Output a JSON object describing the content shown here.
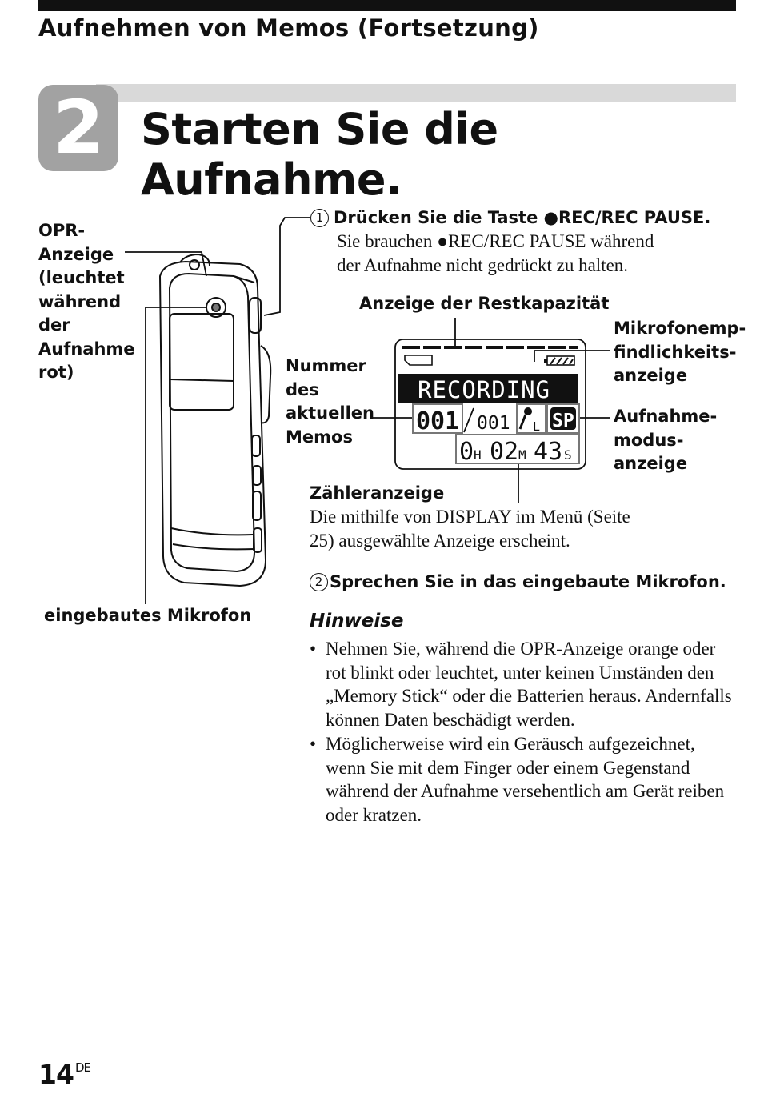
{
  "header": {
    "title": "Aufnehmen von Memos (Fortsetzung)"
  },
  "step": {
    "number": "2",
    "title": "Starten Sie die Aufnahme."
  },
  "instructions": {
    "step1_num": "1",
    "step1_title": "Drücken Sie die Taste ●REC/REC PAUSE.",
    "step1_body": [
      "Sie brauchen ●REC/REC PAUSE während",
      "der Aufnahme nicht gedrückt zu halten."
    ],
    "step2_num": "2",
    "step2_title": "Sprechen Sie in das eingebaute Mikrofon."
  },
  "labels": {
    "opr": [
      "OPR-",
      "Anzeige",
      "(leuchtet",
      "während",
      "der",
      "Aufnahme",
      "rot)"
    ],
    "mic": "eingebautes Mikrofon",
    "remaining": "Anzeige der Restkapazität",
    "sensitivity": [
      "Mikrofonemp-",
      "findlichkeits-",
      "anzeige"
    ],
    "memo_number": [
      "Nummer",
      "des",
      "aktuellen",
      "Memos"
    ],
    "rec_mode": [
      "Aufnahme-",
      "modus-",
      "anzeige"
    ],
    "counter_title": "Zähleranzeige",
    "counter_body": [
      "Die mithilfe von DISPLAY im Menü (Seite",
      "25) ausgewählte Anzeige erscheint."
    ]
  },
  "display": {
    "status": "RECORDING",
    "memo_current": "001",
    "memo_total": "001",
    "mic_level": "L",
    "mode": "SP",
    "time_h": "0",
    "time_h_unit": "H",
    "time_m": "02",
    "time_m_unit": "M",
    "time_s": "43",
    "time_s_unit": "S"
  },
  "hints": {
    "title": "Hinweise",
    "items": [
      "Nehmen Sie, während die OPR-Anzeige orange oder rot blinkt oder leuchtet, unter keinen Umständen den „Memory Stick“ oder die Batterien heraus. Andernfalls können Daten beschädigt werden.",
      "Möglicherweise wird ein Geräusch aufgezeichnet, wenn Sie mit dem Finger oder einem Gegenstand während der Aufnahme versehentlich am Gerät reiben oder kratzen."
    ]
  },
  "footer": {
    "page": "14",
    "lang": "DE"
  }
}
